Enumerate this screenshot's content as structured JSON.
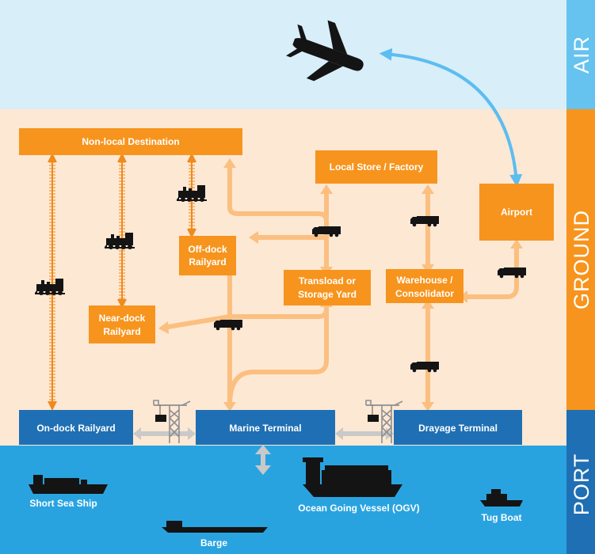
{
  "zones": {
    "air": "AIR",
    "ground": "GROUND",
    "port": "PORT"
  },
  "ground_nodes": {
    "non_local": "Non-local Destination",
    "local_store": "Local Store / Factory",
    "airport": "Airport",
    "off_dock_1": "Off-dock",
    "off_dock_2": "Railyard",
    "transload_1": "Transload or",
    "transload_2": "Storage Yard",
    "warehouse_1": "Warehouse /",
    "warehouse_2": "Consolidator",
    "near_dock_1": "Near-dock",
    "near_dock_2": "Railyard"
  },
  "terminals": {
    "on_dock": "On-dock Railyard",
    "marine": "Marine Terminal",
    "drayage": "Drayage Terminal"
  },
  "vessels": {
    "short_sea": "Short Sea Ship",
    "ogv": "Ocean Going Vessel (OGV)",
    "tug": "Tug Boat",
    "barge": "Barge"
  },
  "colors": {
    "air_bg": "#d8eef9",
    "ground_bg": "#fde8d4",
    "port_bg": "#29a3e0",
    "node": "#f7941d",
    "terminal": "#1f6fb4",
    "air_link": "#5cbdf0"
  },
  "icons": [
    "airplane-icon",
    "locomotive-icon",
    "truck-icon",
    "crane-icon",
    "ship-icon"
  ]
}
